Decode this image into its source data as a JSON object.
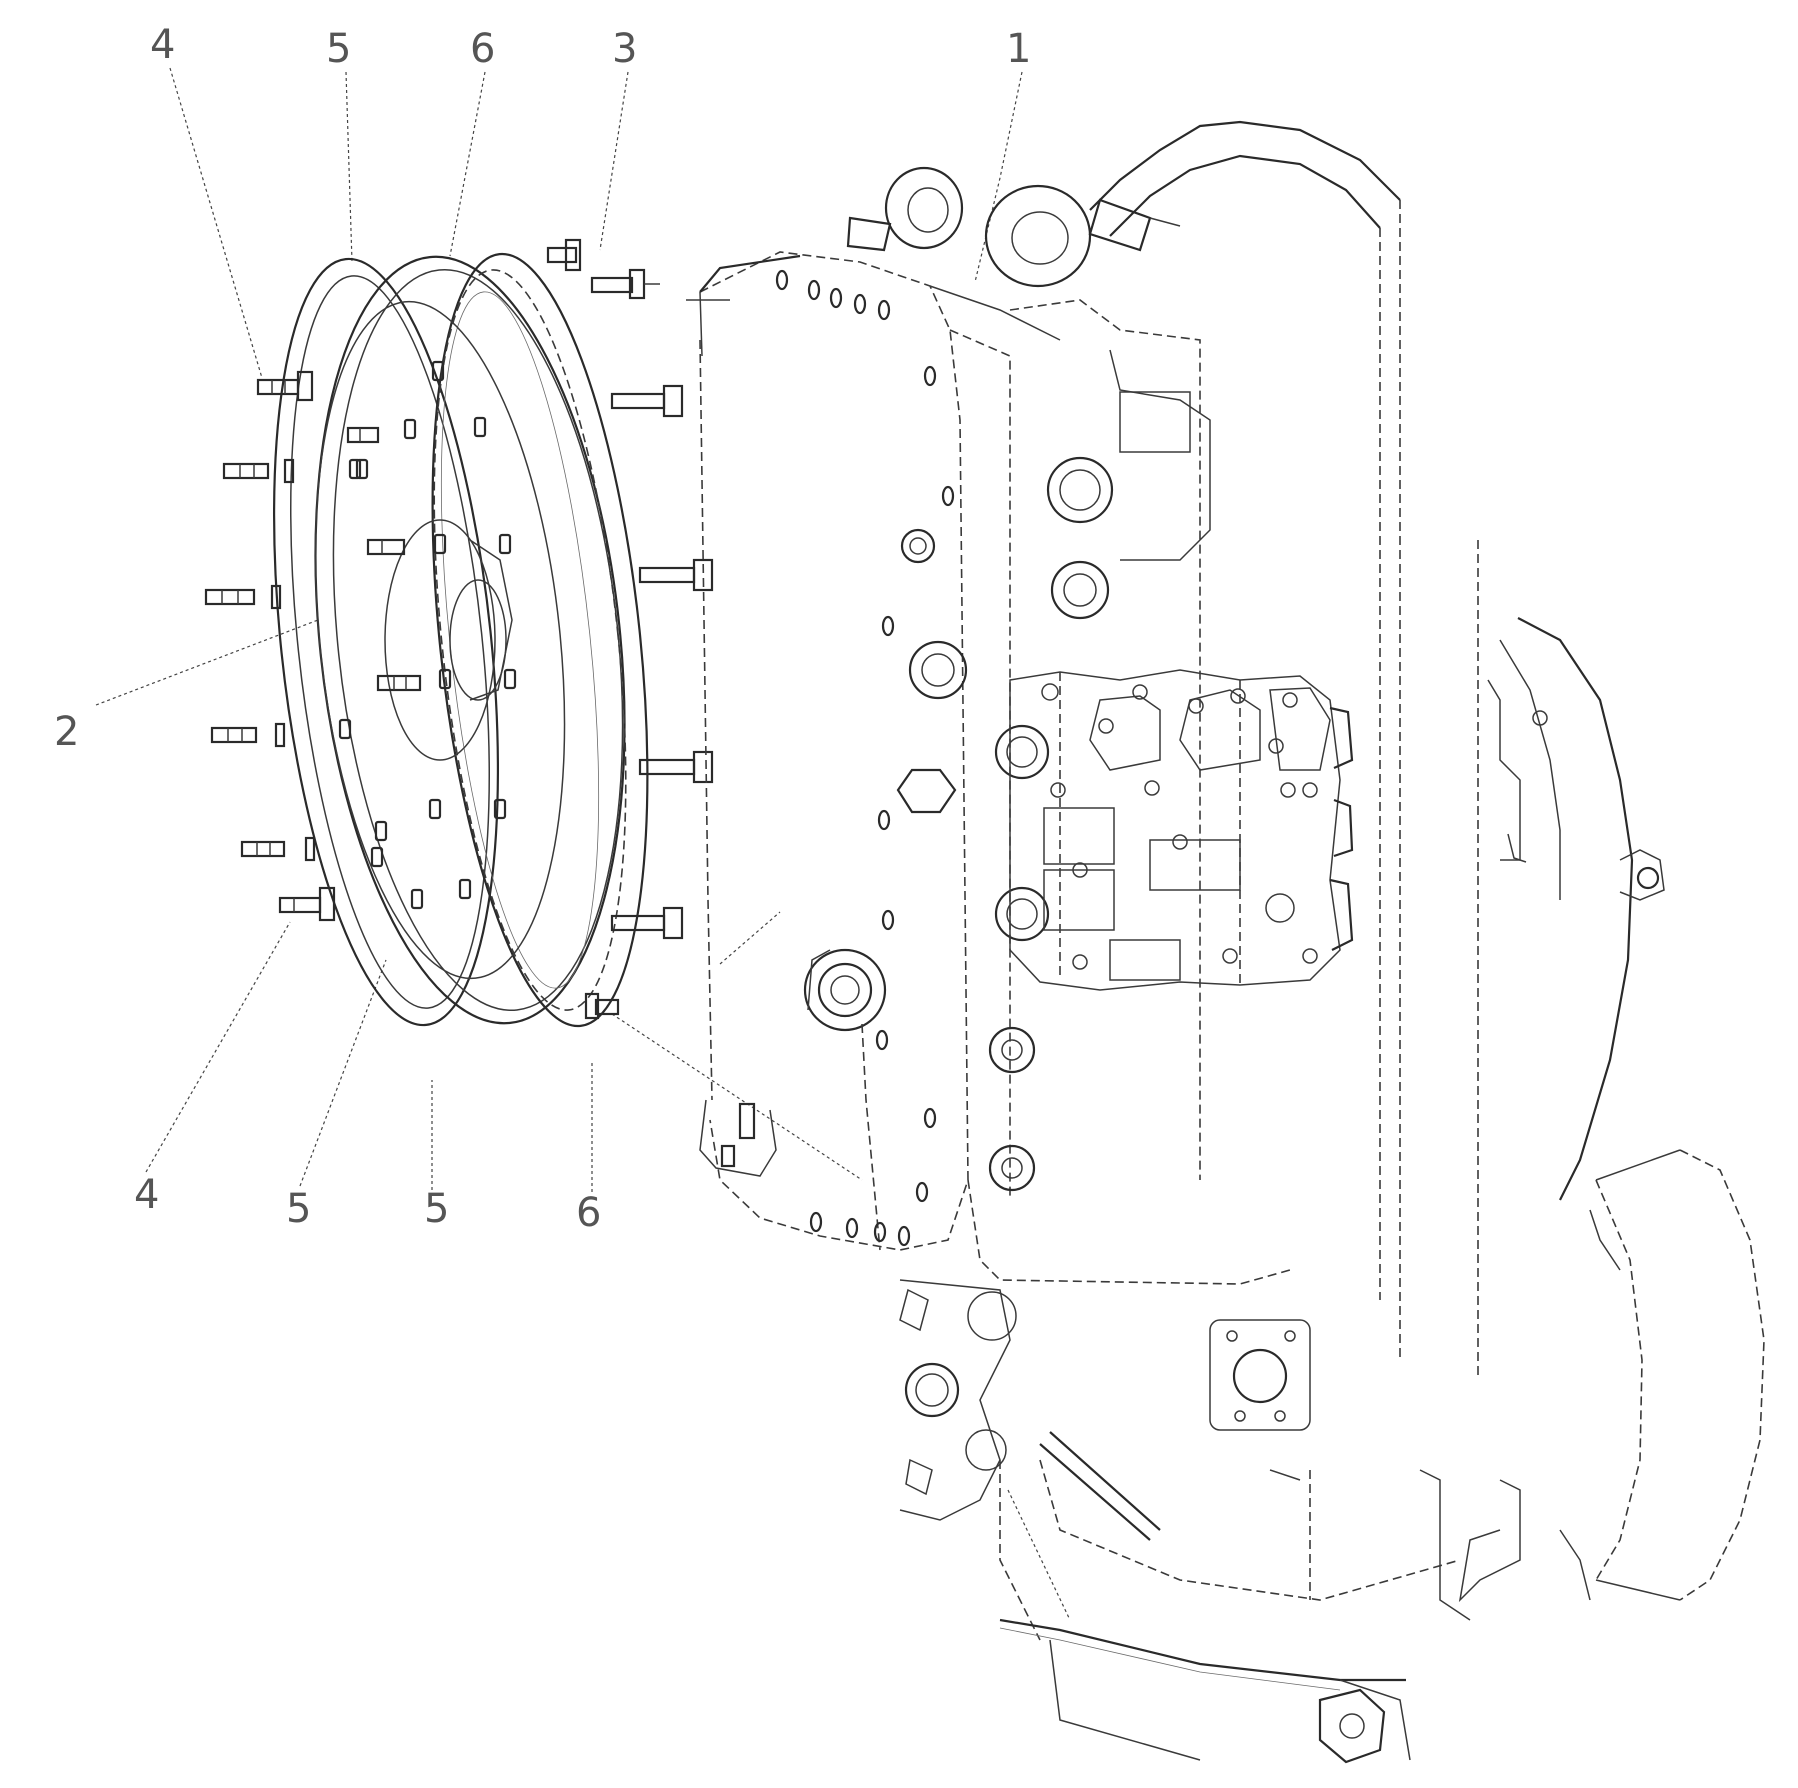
{
  "callouts": [
    {
      "id": "top-4",
      "label": "4"
    },
    {
      "id": "top-5",
      "label": "5"
    },
    {
      "id": "top-6",
      "label": "6"
    },
    {
      "id": "top-3",
      "label": "3"
    },
    {
      "id": "top-1",
      "label": "1"
    },
    {
      "id": "left-2",
      "label": "2"
    },
    {
      "id": "bottom-4",
      "label": "4"
    },
    {
      "id": "bottom-5a",
      "label": "5"
    },
    {
      "id": "bottom-5b",
      "label": "5"
    },
    {
      "id": "bottom-6",
      "label": "6"
    }
  ]
}
